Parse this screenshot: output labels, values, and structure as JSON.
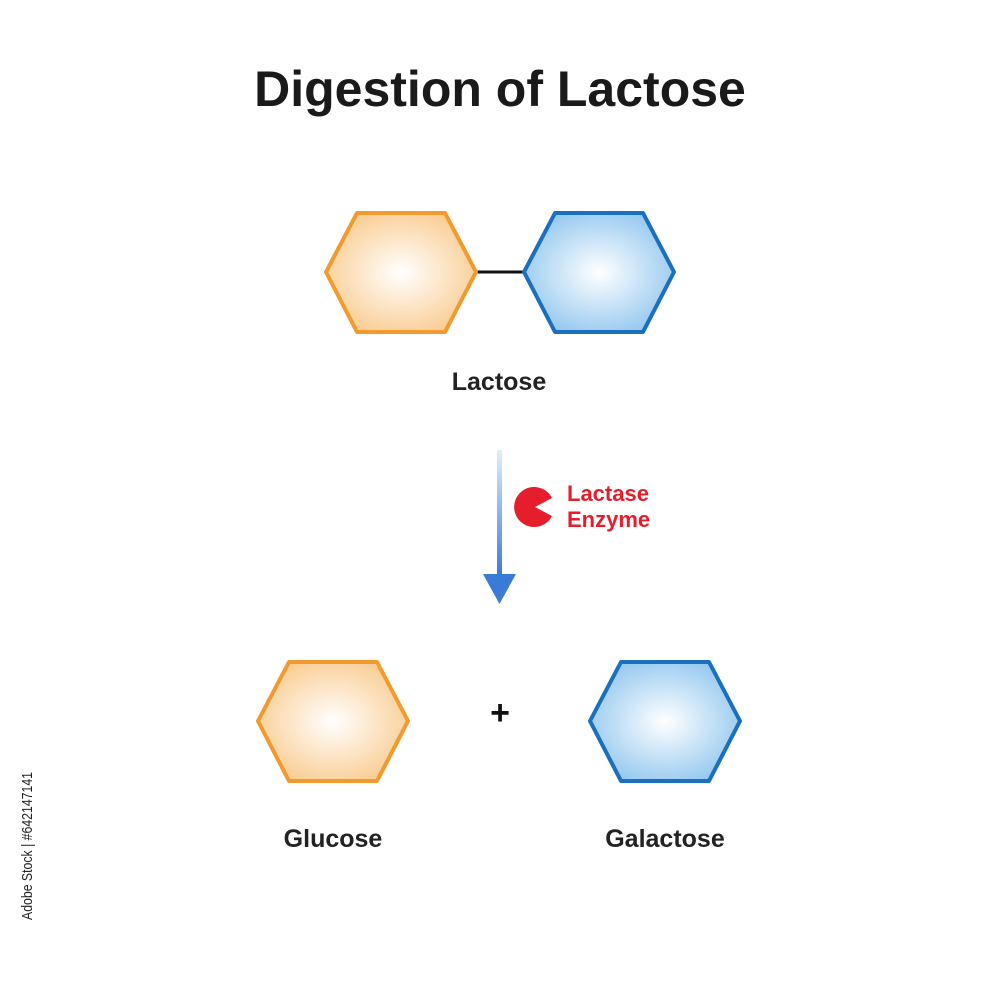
{
  "title": "Digestion of Lactose",
  "colors": {
    "glucose_fill_center": "#ffffff",
    "glucose_fill_edge": "#f9c98a",
    "glucose_stroke": "#f29a2e",
    "galactose_fill_center": "#ffffff",
    "galactose_fill_edge": "#8cc4ee",
    "galactose_stroke": "#1a6fbf",
    "arrow_top": "#e3eef9",
    "arrow_bottom": "#3a7bd5",
    "enzyme": "#e61d2b",
    "bond": "#111111"
  },
  "lactose": {
    "label": "Lactose"
  },
  "reaction": {
    "enzyme_label_line1": "Lactase",
    "enzyme_label_line2": "Enzyme",
    "enzyme_icon": "pacman-enzyme-icon"
  },
  "products": {
    "plus": "+",
    "glucose_label": "Glucose",
    "galactose_label": "Galactose"
  },
  "watermark": {
    "stock_id": "Adobe Stock | #642147141"
  }
}
